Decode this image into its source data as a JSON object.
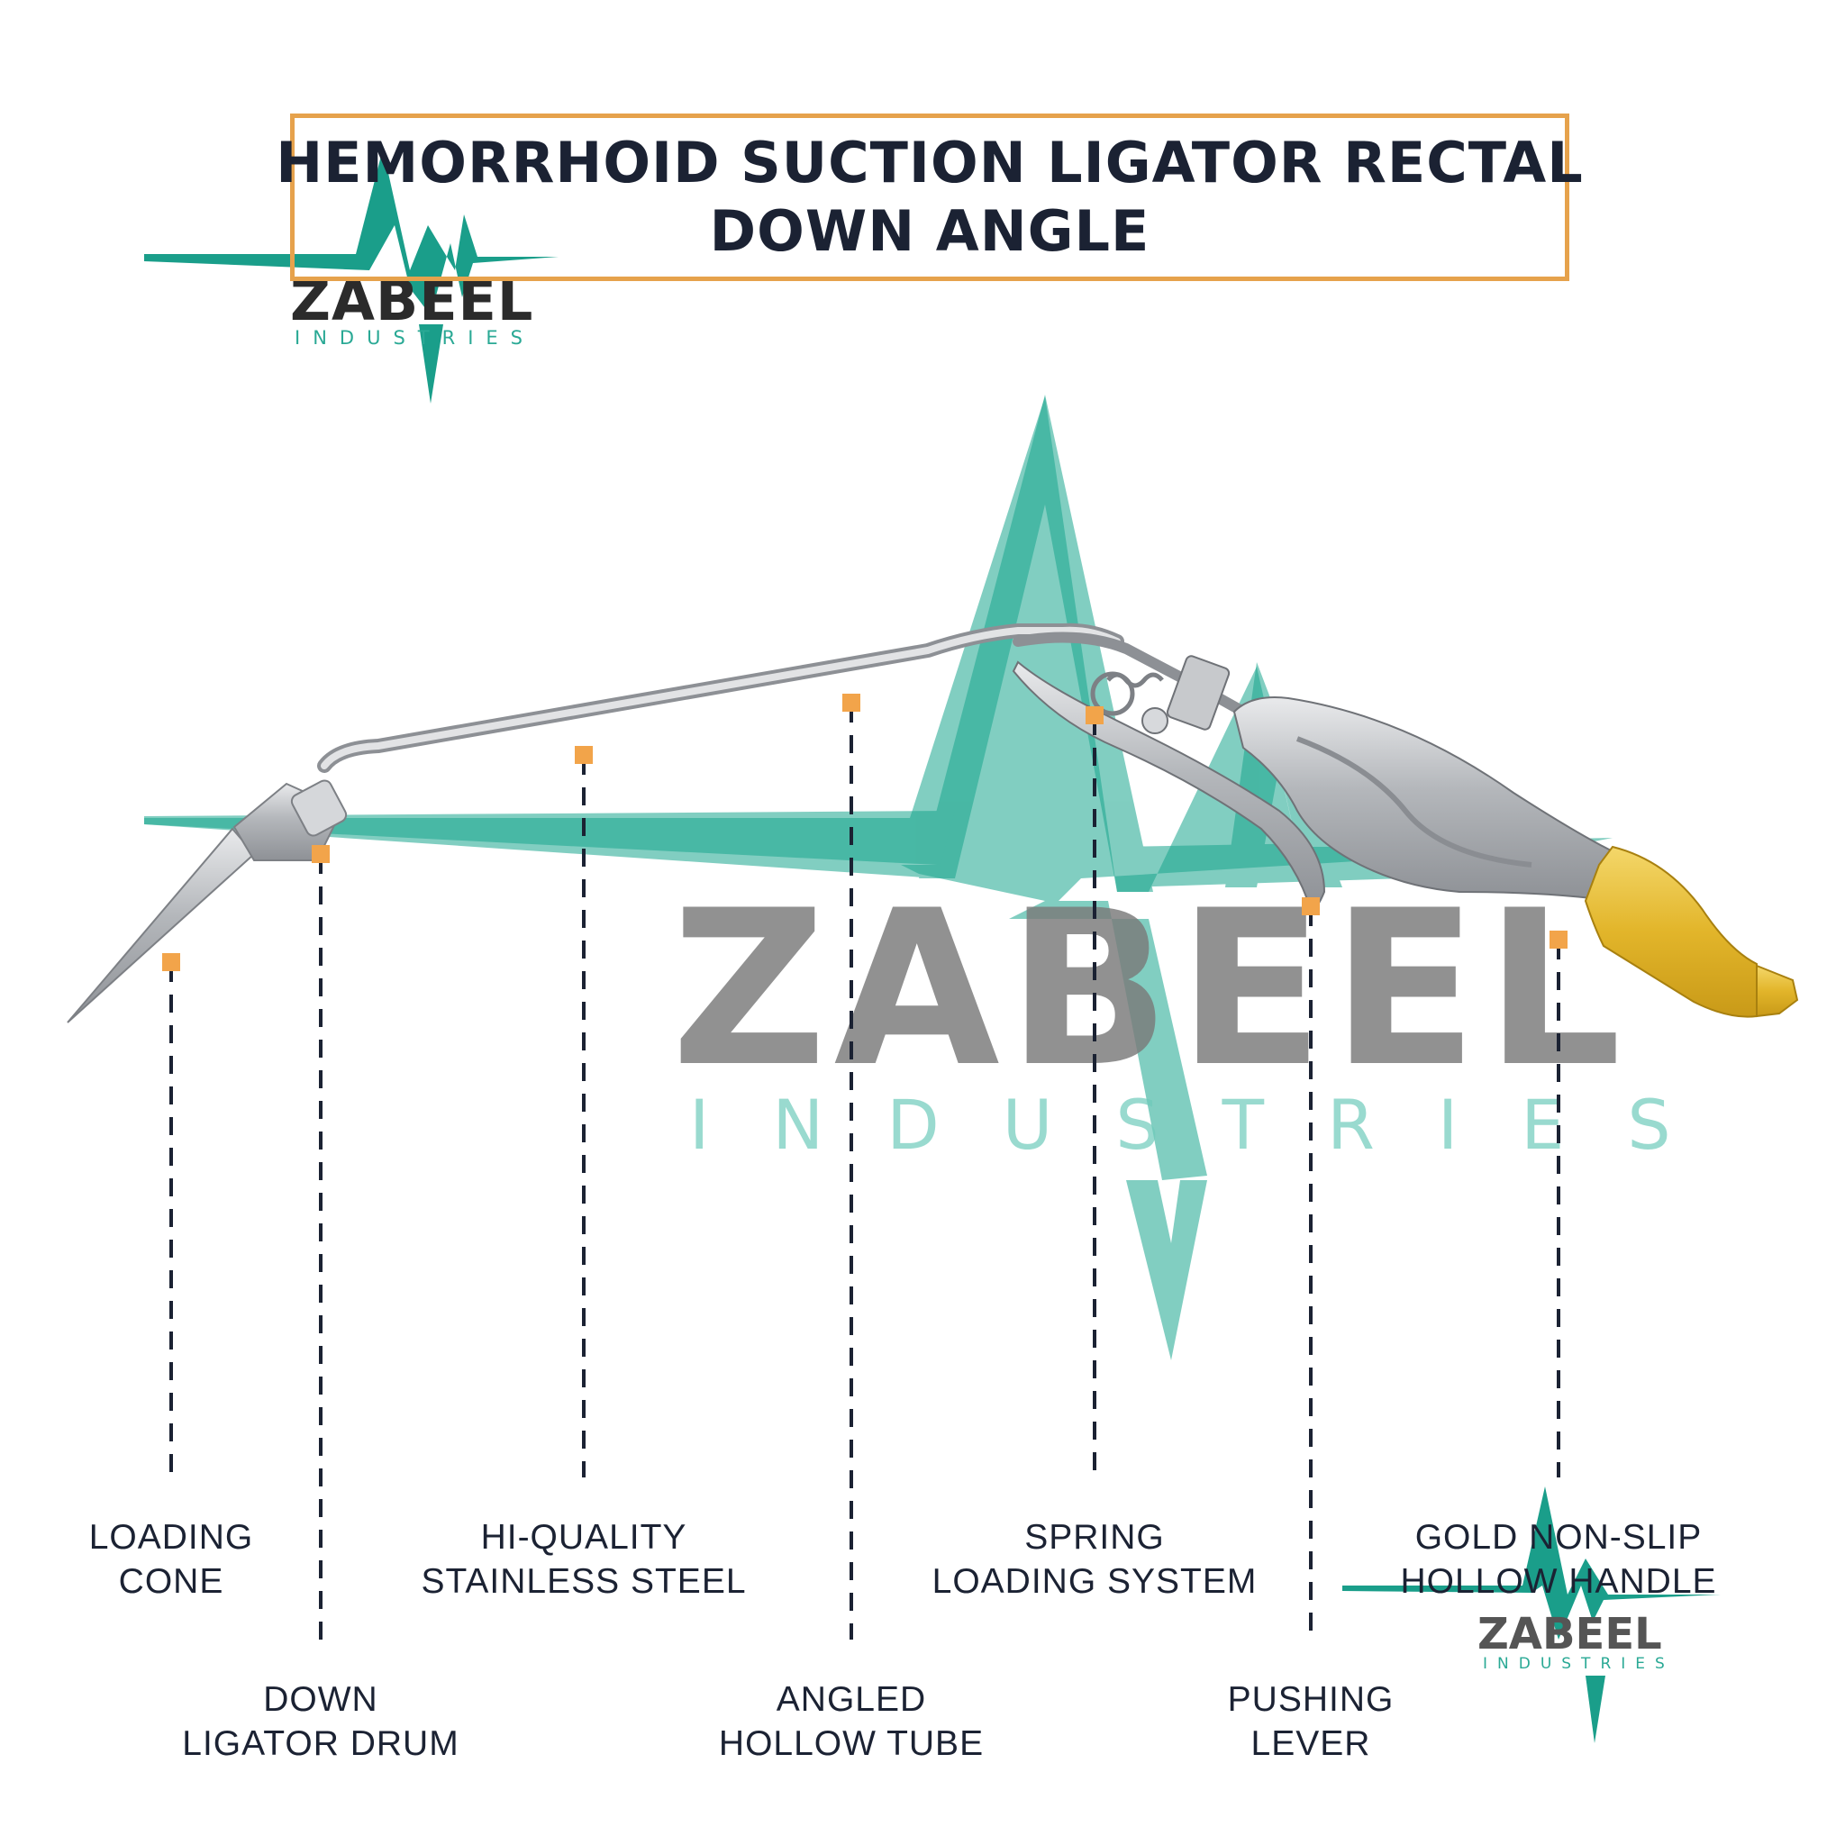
{
  "title": {
    "line1": "HEMORRHOID SUCTION LIGATOR RECTAL",
    "line2": "DOWN ANGLE"
  },
  "brand": {
    "name": "ZABEEL",
    "sub": "INDUSTRIES"
  },
  "colors": {
    "title_border": "#e6a24c",
    "marker": "#f2a44a",
    "teal": "#1aa68e",
    "watermark_gray": "#7a7a7a",
    "steel": "#b9bcc0",
    "gold": "#e8be2e",
    "text": "#1b2233"
  },
  "labels": {
    "loading_cone": [
      "LOADING",
      "CONE"
    ],
    "down_ligator_drum": [
      "DOWN",
      "LIGATOR DRUM"
    ],
    "hi_quality_steel": [
      "HI-QUALITY",
      "STAINLESS STEEL"
    ],
    "angled_hollow_tube": [
      "ANGLED",
      "HOLLOW TUBE"
    ],
    "spring_loading_system": [
      "SPRING",
      "LOADING SYSTEM"
    ],
    "pushing_lever": [
      "PUSHING",
      "LEVER"
    ],
    "gold_handle": [
      "GOLD NON-SLIP",
      "HOLLOW HANDLE"
    ]
  }
}
